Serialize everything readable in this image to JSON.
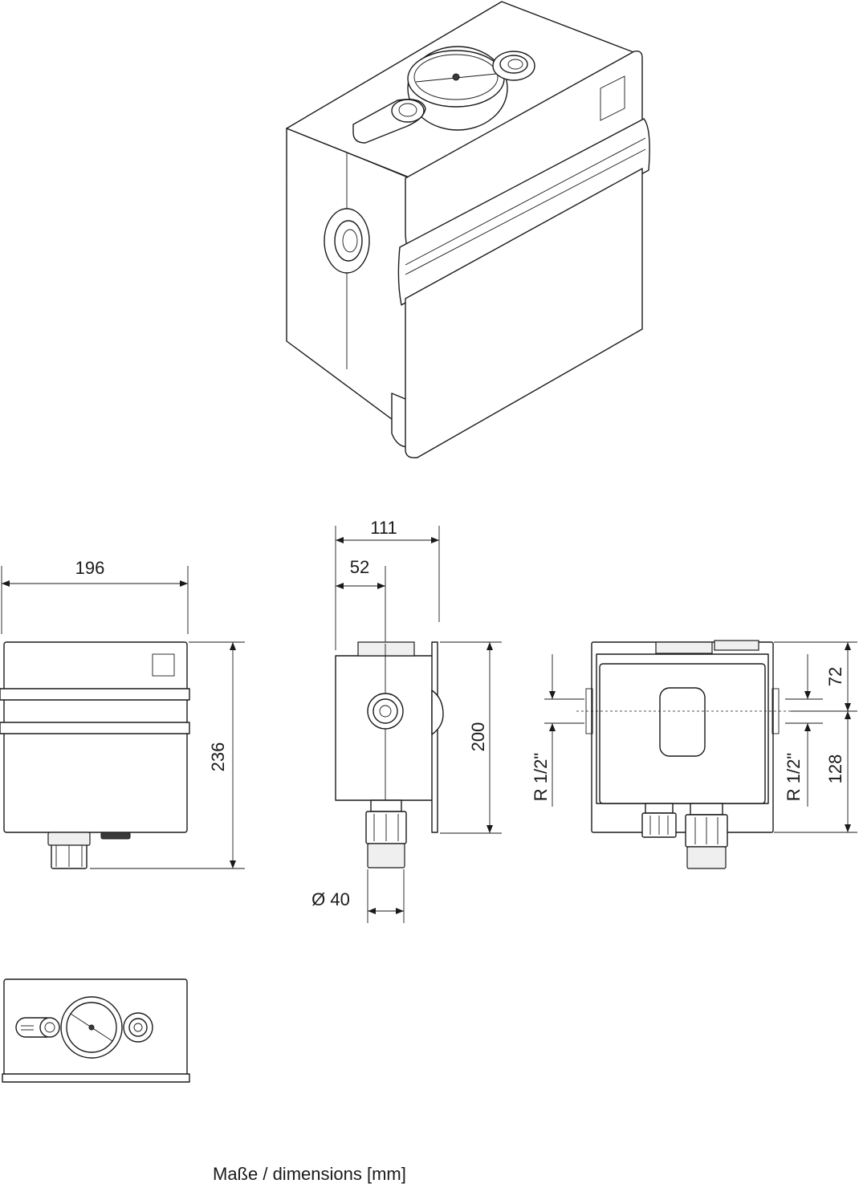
{
  "dimensions": {
    "width_front": "196",
    "height_front": "236",
    "depth_total": "111",
    "depth_axis": "52",
    "height_side": "200",
    "pipe_diameter": "Ø 40",
    "thread_left": "R 1/2\"",
    "thread_right": "R 1/2\"",
    "offset_top": "72",
    "offset_bottom": "128"
  },
  "caption": "Maße / dimensions [mm]"
}
